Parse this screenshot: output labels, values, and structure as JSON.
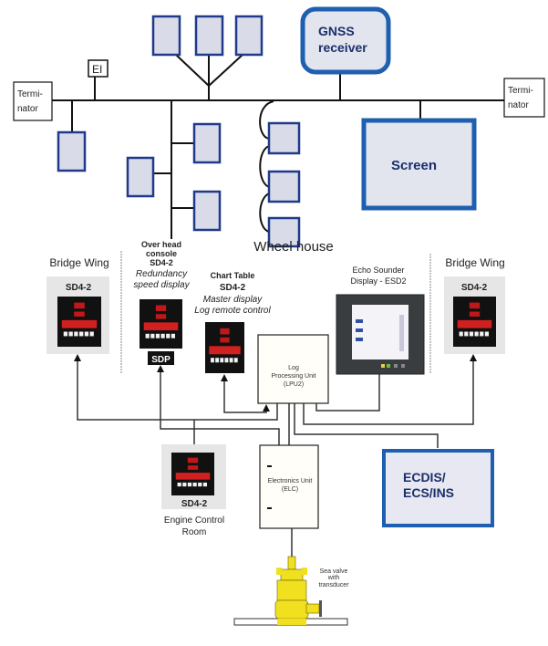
{
  "network": {
    "terminator_left": [
      "Termi-",
      "nator"
    ],
    "terminator_right": [
      "Termi-",
      "nator"
    ],
    "ei_label": "EI",
    "gnss_label": [
      "GNSS",
      "receiver"
    ],
    "screen_label": "Screen",
    "accent_color": "#1f5fb0"
  },
  "wheelhouse": {
    "title": "Wheel house",
    "bridge_wing_left": {
      "title": "Bridge Wing",
      "device": "SD4-2"
    },
    "bridge_wing_right": {
      "title": "Bridge Wing",
      "device": "SD4-2"
    },
    "overhead": {
      "lines": [
        "Over head",
        "console",
        "SD4-2"
      ],
      "italic_lines": [
        "Redundancy",
        "speed display"
      ],
      "badge": "SDP"
    },
    "chart_table": {
      "lines": [
        "Chart Table",
        "SD4-2"
      ],
      "italic_lines": [
        "Master display",
        "Log remote control"
      ]
    },
    "echo_sounder": {
      "lines": [
        "Echo Sounder",
        "Display - ESD2"
      ]
    },
    "lpu": {
      "lines": [
        "Log",
        "Processing Unit",
        "(LPU2)"
      ]
    },
    "elc": {
      "lines": [
        "Electronics Unit",
        "(ELC)"
      ]
    },
    "engine": {
      "device": "SD4-2",
      "lines": [
        "Engine Control",
        "Room"
      ]
    },
    "ecdis": {
      "lines": [
        "ECDIS/",
        "ECS/INS"
      ]
    },
    "sea_valve": {
      "lines": [
        "Sea valve",
        "with",
        "transducer"
      ]
    }
  }
}
